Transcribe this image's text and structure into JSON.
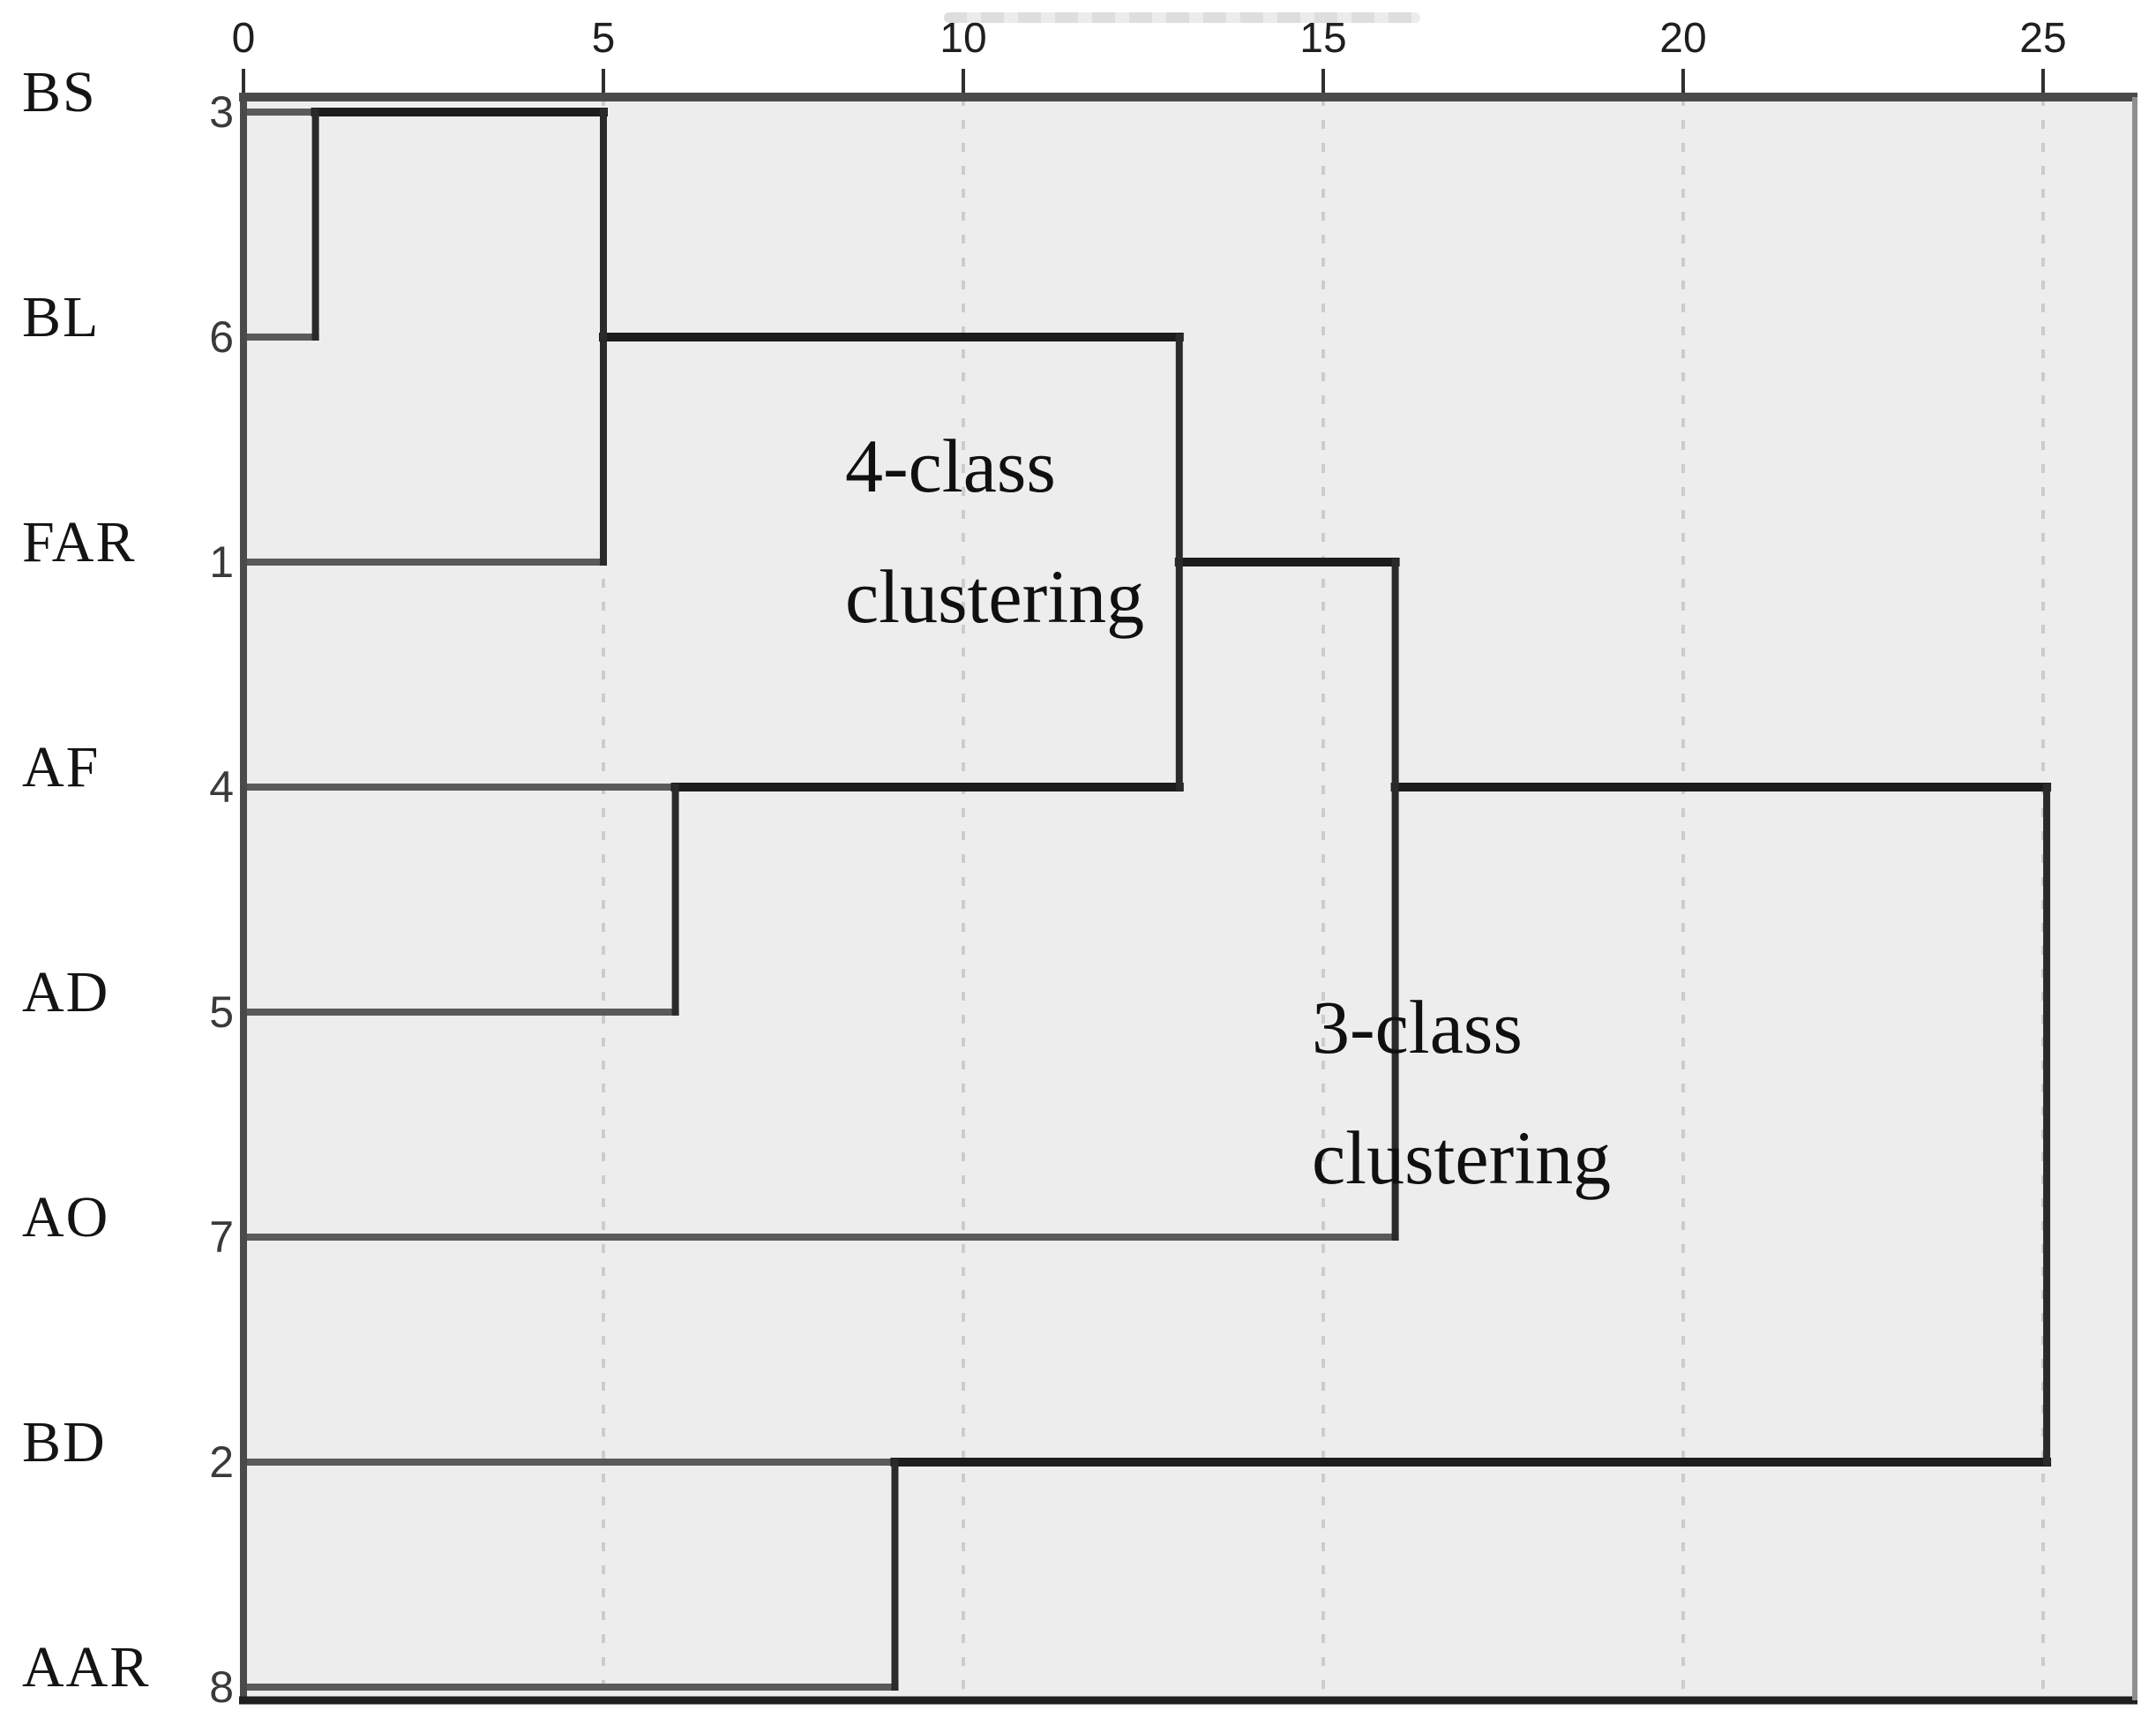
{
  "figure_kind": "SPSS-style hierarchical clustering dendrogram (horizontal)",
  "chart_data": {
    "type": "dendrogram",
    "orientation": "horizontal",
    "title": "",
    "xlabel": "",
    "ylabel": "",
    "grid": "dashed vertical gridlines at each axis tick",
    "legend_position": "none",
    "axis": {
      "ticks": [
        0,
        5,
        10,
        15,
        20,
        25
      ],
      "xlim": [
        0,
        26.3
      ],
      "position": "top"
    },
    "leaves": [
      {
        "label": "BS",
        "case_number": "3"
      },
      {
        "label": "BL",
        "case_number": "6"
      },
      {
        "label": "FAR",
        "case_number": "1"
      },
      {
        "label": "AF",
        "case_number": "4"
      },
      {
        "label": "AD",
        "case_number": "5"
      },
      {
        "label": "AO",
        "case_number": "7"
      },
      {
        "label": "BD",
        "case_number": "2"
      },
      {
        "label": "AAR",
        "case_number": "8"
      }
    ],
    "merges": [
      {
        "members": [
          "BS",
          "BL"
        ],
        "distance": 1
      },
      {
        "members": [
          "BS+BL",
          "FAR"
        ],
        "distance": 5
      },
      {
        "members": [
          "AF",
          "AD"
        ],
        "distance": 6
      },
      {
        "members": [
          "BD",
          "AAR"
        ],
        "distance": 9
      },
      {
        "members": [
          "BS+BL+FAR",
          "AF+AD"
        ],
        "distance": 13
      },
      {
        "members": [
          "BS+BL+FAR+AF+AD",
          "AO"
        ],
        "distance": 16
      },
      {
        "members": [
          "BS+BL+FAR+AF+AD+AO",
          "BD+AAR"
        ],
        "distance": 25
      }
    ],
    "segments": {
      "comment": "coordinates are [x1,row1,x2,row2] in (distance units, leaf-row units)",
      "leaf": [
        [
          0,
          0,
          1,
          0
        ],
        [
          0,
          1,
          1,
          1
        ],
        [
          0,
          2,
          5,
          2
        ],
        [
          0,
          3,
          6,
          3
        ],
        [
          0,
          4,
          6,
          4
        ],
        [
          0,
          5,
          16,
          5
        ],
        [
          0,
          6,
          9.05,
          6
        ],
        [
          0,
          7,
          9.05,
          7
        ]
      ],
      "link": [
        [
          1,
          0,
          5,
          0
        ],
        [
          5,
          1,
          13,
          1
        ],
        [
          6,
          3,
          13,
          3
        ],
        [
          13,
          2,
          16,
          2
        ],
        [
          16,
          3,
          25.05,
          3
        ],
        [
          9.05,
          6,
          25.05,
          6
        ]
      ],
      "vert": [
        [
          1,
          0,
          1,
          1
        ],
        [
          5,
          0,
          5,
          2
        ],
        [
          6,
          3,
          6,
          4
        ],
        [
          9.05,
          6,
          9.05,
          7
        ],
        [
          13,
          1,
          13,
          3
        ],
        [
          16,
          2,
          16,
          5
        ],
        [
          25.05,
          3,
          25.05,
          6
        ]
      ]
    },
    "annotations": [
      {
        "lines": [
          "4-class",
          "clustering"
        ],
        "x": 958,
        "y": 454
      },
      {
        "lines": [
          "3-class",
          "clustering"
        ],
        "x": 1487,
        "y": 1090
      }
    ],
    "colors": {
      "plot_bg": "#ededed",
      "page_bg": "#ffffff",
      "leaf_line": "#5a5a5a",
      "link_line": "#1c1c1c",
      "vert_line": "#2a2a2a",
      "grid": "#cccccc",
      "border_top": "#4a4a4a",
      "border_left": "#4a4a4a",
      "border_bottom": "#1f1f1f",
      "border_right": "#8f8f8f",
      "tick_mark": "#2f2f2f",
      "text": "#141414"
    }
  }
}
